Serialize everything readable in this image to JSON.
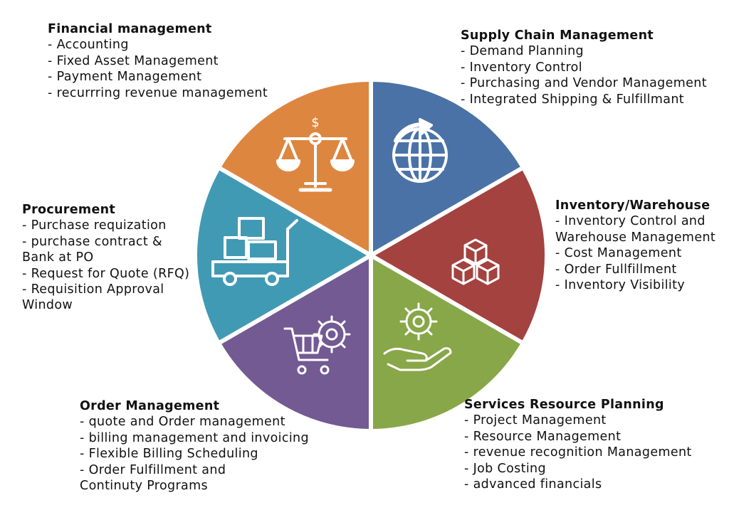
{
  "colors": {
    "financial": "#DD8640",
    "supply": "#4A72A6",
    "inventory": "#A3423F",
    "services": "#88A749",
    "order": "#735A93",
    "procurement": "#419AB4"
  },
  "segments": [
    {
      "key": "financial",
      "icon": "scale-icon",
      "icon_text": "$",
      "title": "Financial management",
      "items": [
        "- Accounting",
        "- Fixed Asset Management",
        "- Payment Management",
        "- recurrring revenue management"
      ]
    },
    {
      "key": "supply",
      "icon": "globe-icon",
      "title": "Supply Chain Management",
      "items": [
        "- Demand Planning",
        "- Inventory Control",
        "- Purchasing and Vendor Management",
        "- Integrated Shipping & Fulfillmant"
      ]
    },
    {
      "key": "inventory",
      "icon": "boxes-icon",
      "title": "Inventory/Warehouse",
      "items": [
        "- Inventory Control and",
        "Warehouse Management",
        "- Cost Management",
        "- Order Fullfillment",
        "- Inventory Visibility"
      ]
    },
    {
      "key": "services",
      "icon": "gear-hand-icon",
      "title": "Services Resource Planning",
      "items": [
        "- Project Management",
        "- Resource Management",
        "- revenue recognition Management",
        "- Job Costing",
        "- advanced financials"
      ]
    },
    {
      "key": "order",
      "icon": "cart-gear-icon",
      "title": "Order Management",
      "items": [
        "- quote and Order management",
        "- billing management and invoicing",
        "- Flexible Billing Scheduling",
        "- Order Fulfillment and",
        "Continuty Programs"
      ]
    },
    {
      "key": "procurement",
      "icon": "trolley-icon",
      "title": "Procurement",
      "items": [
        "- Purchase requization",
        "- purchase contract &",
        "Bank at PO",
        "- Request for Quote (RFQ)",
        "- Requisition Approval",
        "Window"
      ]
    }
  ]
}
